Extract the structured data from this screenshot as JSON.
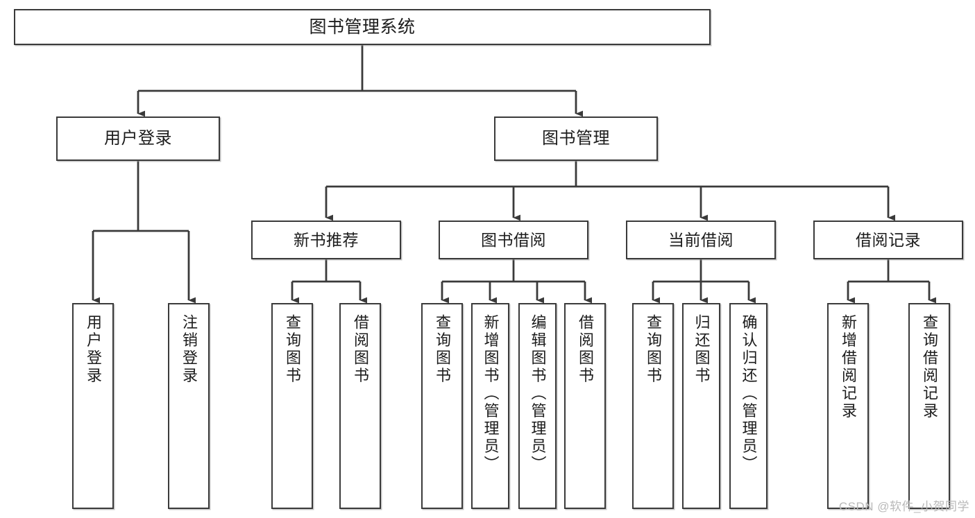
{
  "diagram": {
    "title": "图书管理系统",
    "type": "tree-hierarchy-chart",
    "orientation": "top-down",
    "line_color": "#3a3a3a",
    "box_fill": "#ffffff",
    "text_color": "#1c1c1c"
  },
  "root": {
    "label": "图书管理系统"
  },
  "level2": [
    {
      "label": "用户登录"
    },
    {
      "label": "图书管理"
    }
  ],
  "level3": [
    {
      "label": "新书推荐"
    },
    {
      "label": "图书借阅"
    },
    {
      "label": "当前借阅"
    },
    {
      "label": "借阅记录"
    }
  ],
  "leaves": {
    "user_login": [
      {
        "label": "用户登录"
      },
      {
        "label": "注销登录"
      }
    ],
    "new_book_recommend": [
      {
        "label": "查询图书"
      },
      {
        "label": "借阅图书"
      }
    ],
    "book_borrow": [
      {
        "label": "查询图书"
      },
      {
        "label": "新增图书（管理员）"
      },
      {
        "label": "编辑图书（管理员）"
      },
      {
        "label": "借阅图书"
      }
    ],
    "current_borrow": [
      {
        "label": "查询图书"
      },
      {
        "label": "归还图书"
      },
      {
        "label": "确认归还（管理员）"
      }
    ],
    "borrow_record": [
      {
        "label": "新增借阅记录"
      },
      {
        "label": "查询借阅记录"
      }
    ]
  },
  "watermark": {
    "text": "CSDN @软件_小贺同学"
  }
}
